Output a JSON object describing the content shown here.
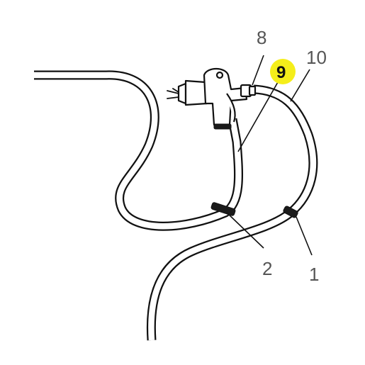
{
  "callouts": {
    "part_8": "8",
    "part_9": "9",
    "part_10": "10",
    "part_2": "2",
    "part_1": "1"
  },
  "colors": {
    "highlight": "#f5ee1a",
    "line": "#111111",
    "label": "#555555"
  }
}
